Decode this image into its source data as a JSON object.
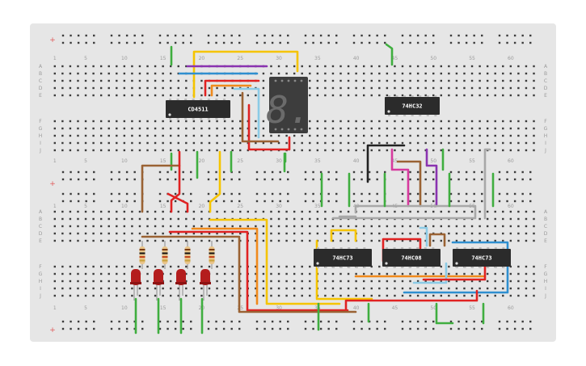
{
  "breadboard": {
    "column_numbers": [
      "1",
      "5",
      "10",
      "15",
      "20",
      "25",
      "30",
      "35",
      "40",
      "45",
      "50",
      "55",
      "60"
    ],
    "row_letters_top": [
      "A",
      "B",
      "C",
      "D",
      "E"
    ],
    "row_letters_bottom": [
      "F",
      "G",
      "H",
      "I",
      "J"
    ],
    "rail_symbol": "+",
    "colors": {
      "board": "#e6e6e6",
      "hole": "#3b3b3b",
      "rail_red": "#e05a5a",
      "rail_blue": "#5a7ee0"
    }
  },
  "chips": [
    {
      "id": "cd4511",
      "label": "CD4511"
    },
    {
      "id": "74hc32",
      "label": "74HC32"
    },
    {
      "id": "74hc73a",
      "label": "74HC73"
    },
    {
      "id": "74hc08",
      "label": "74HC08"
    },
    {
      "id": "74hc73b",
      "label": "74HC73"
    }
  ],
  "display": {
    "digit": "8.",
    "color": "#3d3d3d",
    "segment_color": "#6b6b6b"
  },
  "leds": {
    "count": 4,
    "color": "#b41d1d"
  },
  "resistors": {
    "count": 4
  },
  "wire_colors": {
    "yellow": "#f5c400",
    "purple": "#8a33b0",
    "blue": "#2f8fd0",
    "red": "#e02222",
    "green": "#3fae3f",
    "brown": "#9a6233",
    "orange": "#f08a1c",
    "black": "#222222",
    "magenta": "#d63a9e",
    "light_blue": "#8ccbe6",
    "gray": "#a8a8a8"
  }
}
